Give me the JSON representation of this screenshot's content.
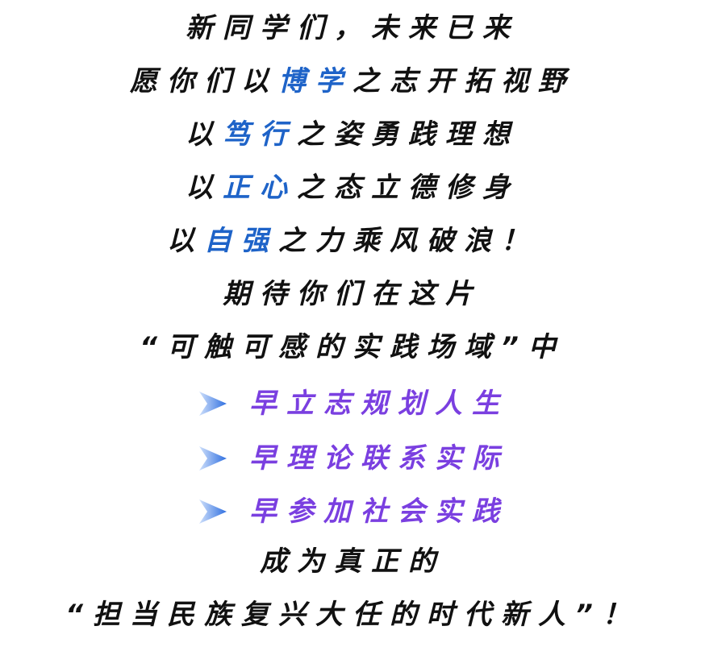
{
  "colors": {
    "text": "#111111",
    "highlight_blue": "#1e63c8",
    "bullet_purple": "#7a3fe0",
    "arrow_blue": "#2f6fe0"
  },
  "lines": {
    "l1": "新同学们，未来已来",
    "l2_prefix": "愿你们以",
    "l2_hl": "博学",
    "l2_suffix": "之志开拓视野",
    "l3_prefix": "以",
    "l3_hl": "笃行",
    "l3_suffix": "之姿勇践理想",
    "l4_prefix": "以",
    "l4_hl": "正心",
    "l4_suffix": "之态立德修身",
    "l5_prefix": "以",
    "l5_hl": "自强",
    "l5_suffix": "之力乘风破浪！",
    "l6": "期待你们在这片",
    "l7": "“可触可感的实践场域”中"
  },
  "bullets": [
    {
      "icon": "chevron-right-icon",
      "text": "早立志规划人生"
    },
    {
      "icon": "chevron-right-icon",
      "text": "早理论联系实际"
    },
    {
      "icon": "chevron-right-icon",
      "text": "早参加社会实践"
    }
  ],
  "closing": {
    "l1": "成为真正的",
    "l2": "“担当民族复兴大任的时代新人”！"
  }
}
